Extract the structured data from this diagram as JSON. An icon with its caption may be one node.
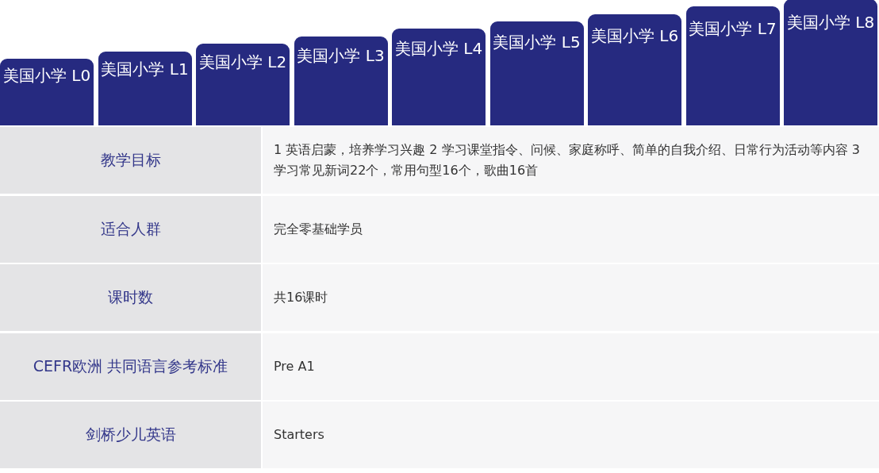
{
  "diagram": {
    "labels": [
      "美国小学 L0",
      "美国小学 L1",
      "美国小学 L2",
      "美国小学 L3",
      "美国小学 L4",
      "美国小学 L5",
      "美国小学 L6",
      "美国小学 L7",
      "美国小学 L8",
      "教学目标",
      "1 英语启蒙，培养学习兴趣 2 学习课堂指令、问候、家庭称呼、简单的自我介绍、日常行为活动等内容 3 学习常见新词22个，常用句型16个，歌曲16首",
      "适合人群",
      "完全零基础学员",
      "课时数",
      "共16课时",
      "CEFR欧洲 共同语言参考标准",
      "Pre A1",
      "剑桥少儿英语",
      "Starters"
    ]
  }
}
